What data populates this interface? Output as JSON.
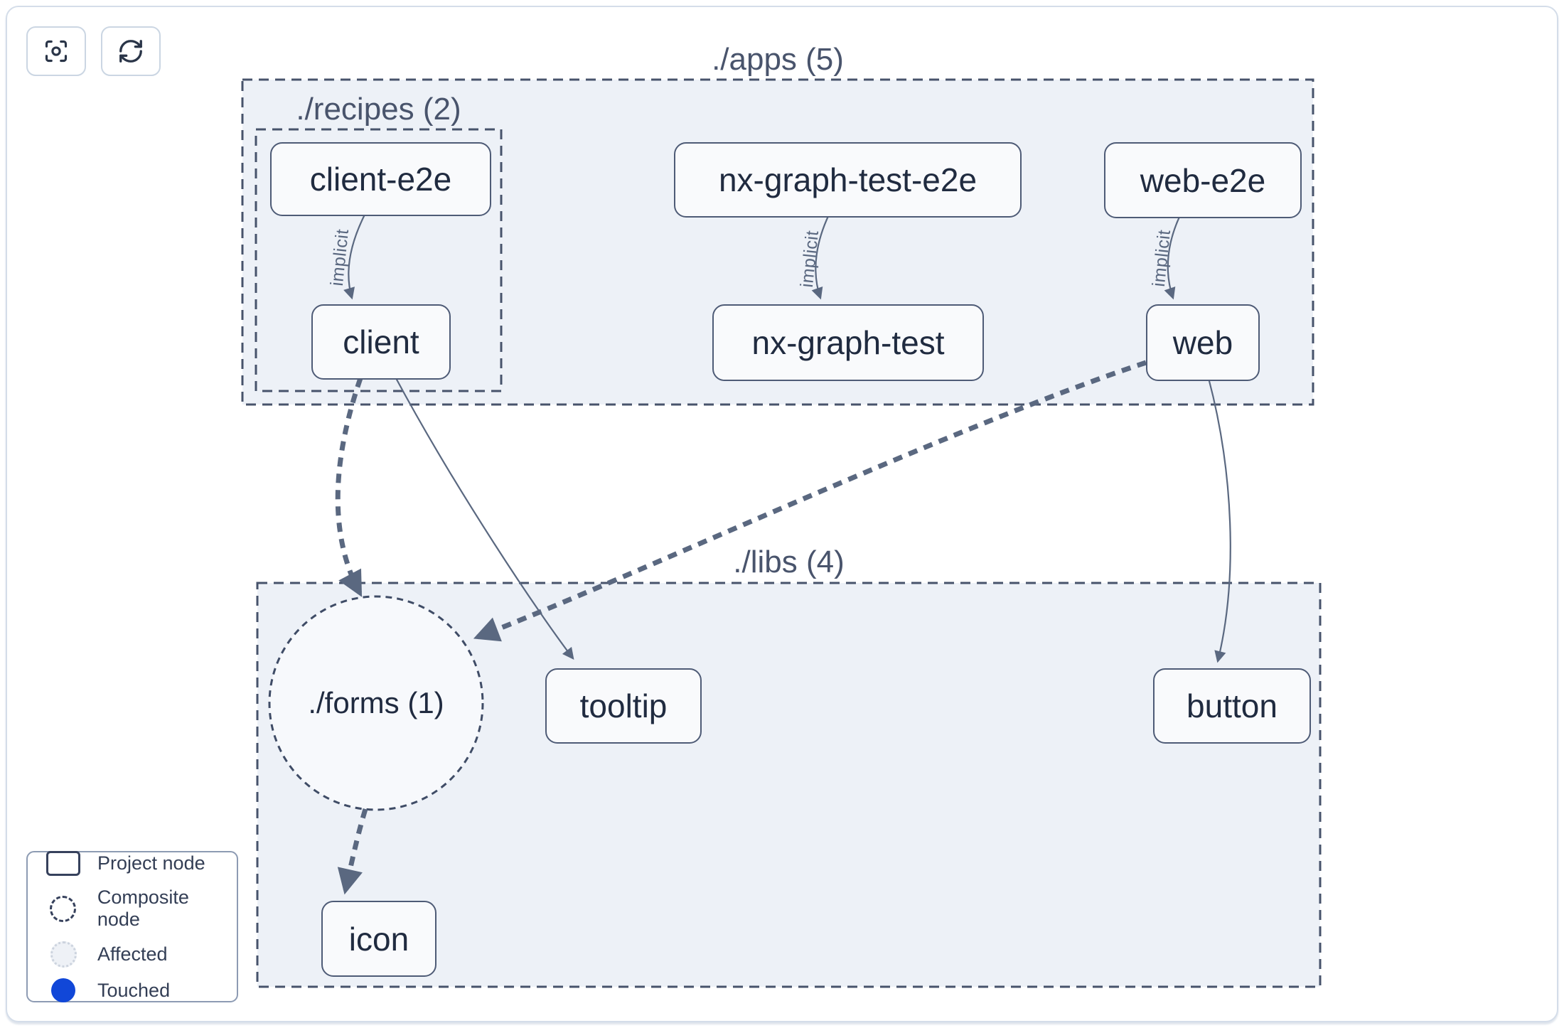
{
  "toolbar": {
    "buttons": [
      {
        "id": "focus",
        "icon": "scan-focus-icon"
      },
      {
        "id": "refresh",
        "icon": "refresh-icon"
      }
    ]
  },
  "graph": {
    "groups": {
      "apps": {
        "label": "./apps (5)"
      },
      "recipes": {
        "label": "./recipes (2)"
      },
      "libs": {
        "label": "./libs (4)"
      }
    },
    "composite": {
      "forms": {
        "label": "./forms (1)"
      }
    },
    "nodes": {
      "client_e2e": {
        "label": "client-e2e"
      },
      "nx_graph_test_e2e": {
        "label": "nx-graph-test-e2e"
      },
      "web_e2e": {
        "label": "web-e2e"
      },
      "client": {
        "label": "client"
      },
      "nx_graph_test": {
        "label": "nx-graph-test"
      },
      "web": {
        "label": "web"
      },
      "tooltip": {
        "label": "tooltip"
      },
      "button": {
        "label": "button"
      },
      "icon": {
        "label": "icon"
      }
    },
    "edges": [
      {
        "from": "client-e2e",
        "to": "client",
        "style": "solid-thin",
        "label": "implicit"
      },
      {
        "from": "nx-graph-test-e2e",
        "to": "nx-graph-test",
        "style": "solid-thin",
        "label": "implicit"
      },
      {
        "from": "web-e2e",
        "to": "web",
        "style": "solid-thin",
        "label": "implicit"
      },
      {
        "from": "client",
        "to": "./forms (1)",
        "style": "dashed-thick",
        "label": ""
      },
      {
        "from": "web",
        "to": "./forms (1)",
        "style": "dashed-thick",
        "label": ""
      },
      {
        "from": "client",
        "to": "tooltip",
        "style": "solid-thin",
        "label": ""
      },
      {
        "from": "web",
        "to": "button",
        "style": "solid-thin",
        "label": ""
      },
      {
        "from": "./forms (1)",
        "to": "icon",
        "style": "dashed-thick",
        "label": ""
      }
    ]
  },
  "legend": {
    "items": [
      {
        "label": "Project node",
        "icon": "project-node-icon"
      },
      {
        "label": "Composite node",
        "icon": "composite-node-icon"
      },
      {
        "label": "Affected",
        "icon": "affected-icon"
      },
      {
        "label": "Touched",
        "icon": "touched-icon",
        "color": "#1147d8"
      }
    ]
  },
  "colors": {
    "touched_blue": "#1147d8",
    "edge": "#5a6880",
    "node_border": "#4e5b76",
    "group_dash": "#47536b",
    "group_fill": "#edf1f7",
    "node_text": "#202b40"
  }
}
